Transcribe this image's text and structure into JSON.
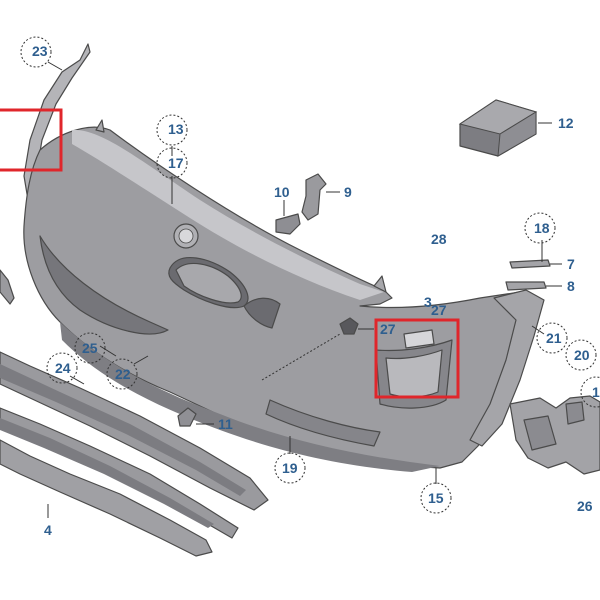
{
  "diagram": {
    "callouts": [
      {
        "id": "c23",
        "text": "23",
        "circled": true
      },
      {
        "id": "c13",
        "text": "13",
        "circled": true
      },
      {
        "id": "c17",
        "text": "17",
        "circled": true
      },
      {
        "id": "c10",
        "text": "10",
        "circled": false
      },
      {
        "id": "c9",
        "text": "9",
        "circled": false
      },
      {
        "id": "c12",
        "text": "12",
        "circled": false
      },
      {
        "id": "c28",
        "text": "28",
        "circled": false
      },
      {
        "id": "c18",
        "text": "18",
        "circled": true
      },
      {
        "id": "c7",
        "text": "7",
        "circled": false
      },
      {
        "id": "c8",
        "text": "8",
        "circled": false
      },
      {
        "id": "c3",
        "text": "3",
        "circled": false
      },
      {
        "id": "c27a",
        "text": "27",
        "circled": false
      },
      {
        "id": "c27b",
        "text": "27",
        "circled": false
      },
      {
        "id": "c21",
        "text": "21",
        "circled": true
      },
      {
        "id": "c20",
        "text": "20",
        "circled": true
      },
      {
        "id": "c1",
        "text": "1",
        "circled": true
      },
      {
        "id": "c25",
        "text": "25",
        "circled": true
      },
      {
        "id": "c24",
        "text": "24",
        "circled": true
      },
      {
        "id": "c22",
        "text": "22",
        "circled": true
      },
      {
        "id": "c11",
        "text": "11",
        "circled": false
      },
      {
        "id": "c19",
        "text": "19",
        "circled": true
      },
      {
        "id": "c15",
        "text": "15",
        "circled": true
      },
      {
        "id": "c26",
        "text": "26",
        "circled": false
      },
      {
        "id": "c4",
        "text": "4",
        "circled": false
      }
    ]
  },
  "colors": {
    "label": "#2f5f8f",
    "highlight": "#e0262b",
    "bumper_fill": "#9a9a9d",
    "bumper_light": "#c9c9cc",
    "bumper_dark": "#6f6f73",
    "outline": "#4b4b4b"
  }
}
